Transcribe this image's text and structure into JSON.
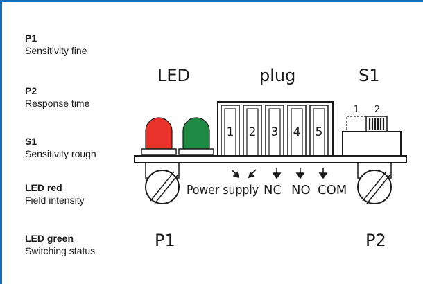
{
  "legend": [
    {
      "key": "P1",
      "desc": "Sensitivity fine"
    },
    {
      "key": "P2",
      "desc": "Response time"
    },
    {
      "key": "S1",
      "desc": "Sensitivity rough"
    },
    {
      "key": "LED red",
      "desc": "Field intensity"
    },
    {
      "key": "LED green",
      "desc": "Switching status"
    }
  ],
  "diagram": {
    "led_label": "LED",
    "plug_label": "plug",
    "s1_label": "S1",
    "p1_label": "P1",
    "p2_label": "P2",
    "pins": [
      "1",
      "2",
      "3",
      "4",
      "5"
    ],
    "switch_positions": [
      "1",
      "2"
    ],
    "power_supply_label": "Power supply",
    "nc_label": "NC",
    "no_label": "NO",
    "com_label": "COM",
    "colors": {
      "frame": "#1a6db0",
      "led_red": "#e8322a",
      "led_green": "#1e8a44"
    }
  }
}
